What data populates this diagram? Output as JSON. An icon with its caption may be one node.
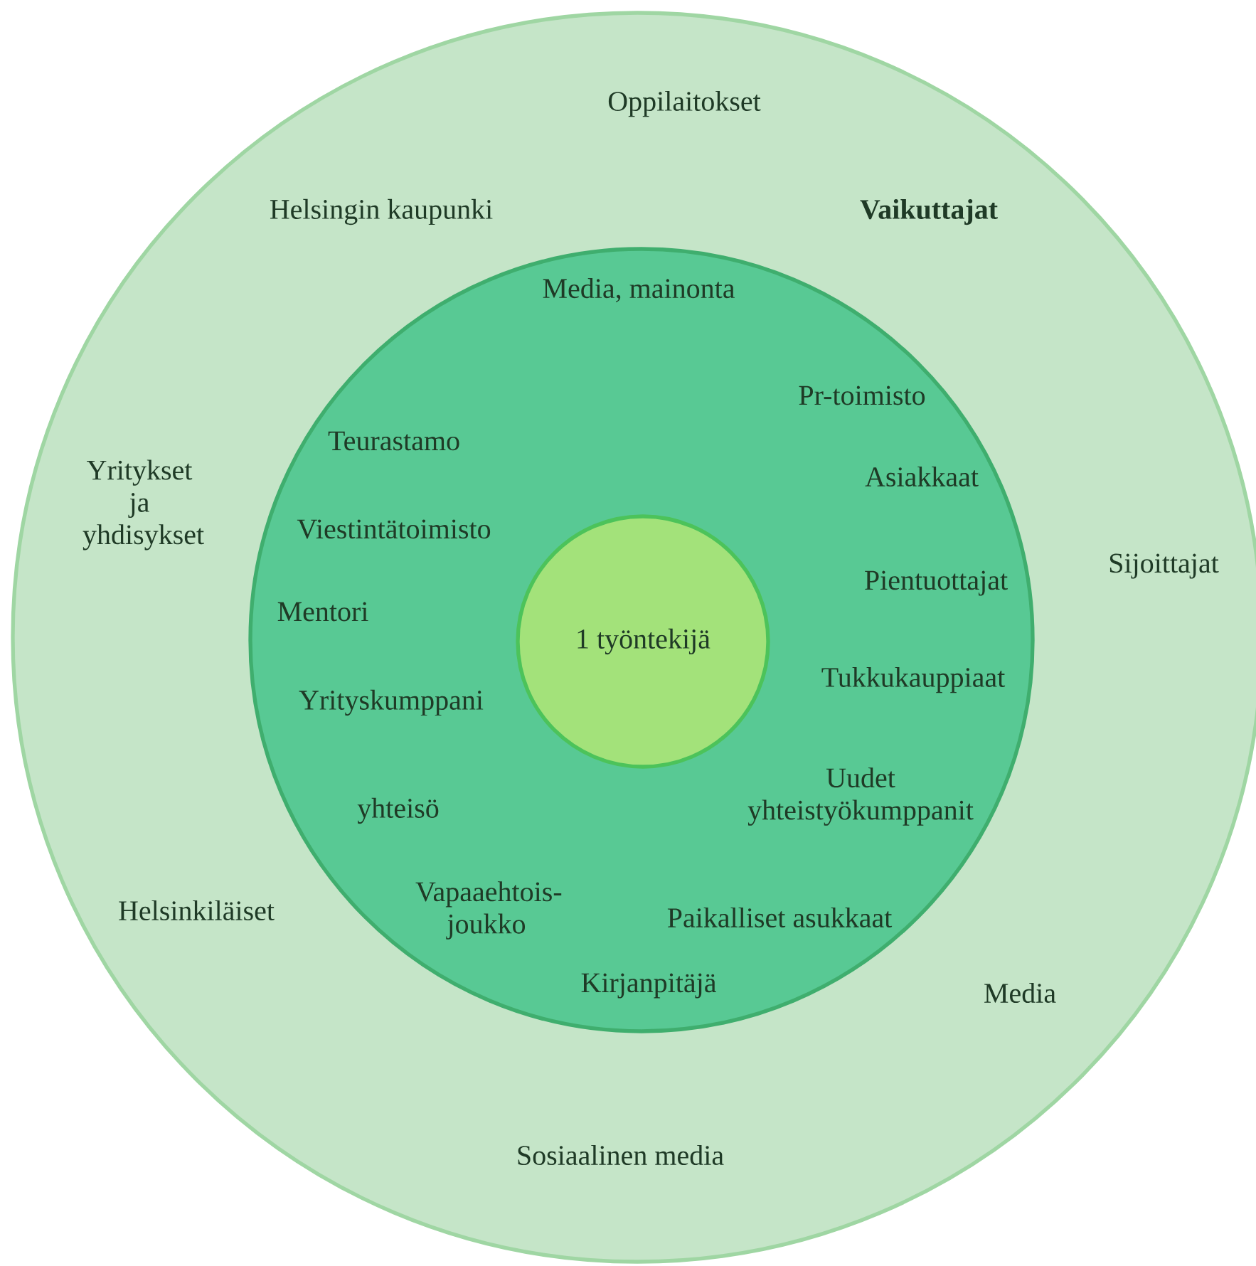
{
  "diagram": {
    "nodes": [
      {
        "text": [],
        "shape": "circle"
      },
      {
        "text": [],
        "shape": "circle",
        "in": 0
      },
      {
        "text": [
          "1 työntekijä"
        ],
        "in": 1
      }
    ],
    "labels": [
      "Oppilaitokset",
      "Helsingin kaupunki",
      "Vaikuttajat",
      "Media, mainonta",
      "Pr-toimisto",
      "Teurastamo",
      "Asiakkaat",
      "Yritykset ja yhdisykset",
      "Viestintätoimisto",
      "Sijoittajat",
      "Pientuottajat",
      "Mentori",
      "Tukkukauppiaat",
      "Yrityskumppani",
      "Uudet yhteistyökumppanit",
      "yhteisö",
      "Vapaaehtois- joukko",
      "Helsinkiläiset",
      "Paikalliset asukkaat",
      "Kirjanpitäjä",
      "Media",
      "Sosiaalinen media"
    ]
  }
}
